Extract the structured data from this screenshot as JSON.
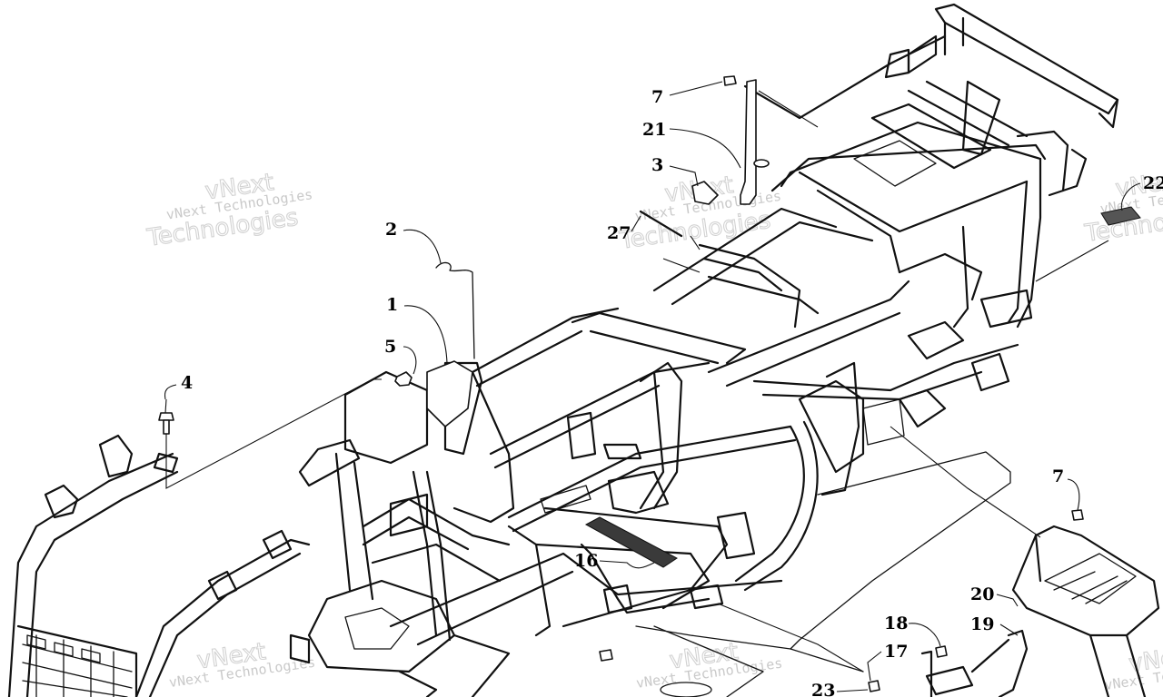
{
  "diagram": {
    "callouts": [
      {
        "id": "c1",
        "label": "1"
      },
      {
        "id": "c2",
        "label": "2"
      },
      {
        "id": "c3",
        "label": "3"
      },
      {
        "id": "c4",
        "label": "4"
      },
      {
        "id": "c5",
        "label": "5"
      },
      {
        "id": "c7a",
        "label": "7"
      },
      {
        "id": "c7b",
        "label": "7"
      },
      {
        "id": "c16",
        "label": "16"
      },
      {
        "id": "c17",
        "label": "17"
      },
      {
        "id": "c18",
        "label": "18"
      },
      {
        "id": "c19",
        "label": "19"
      },
      {
        "id": "c20",
        "label": "20"
      },
      {
        "id": "c21",
        "label": "21"
      },
      {
        "id": "c22",
        "label": "22"
      },
      {
        "id": "c23",
        "label": "23"
      },
      {
        "id": "c27",
        "label": "27"
      }
    ],
    "watermark": {
      "line1": "vNext",
      "line2": "vNext Technologies",
      "line3": "Technologies"
    }
  }
}
